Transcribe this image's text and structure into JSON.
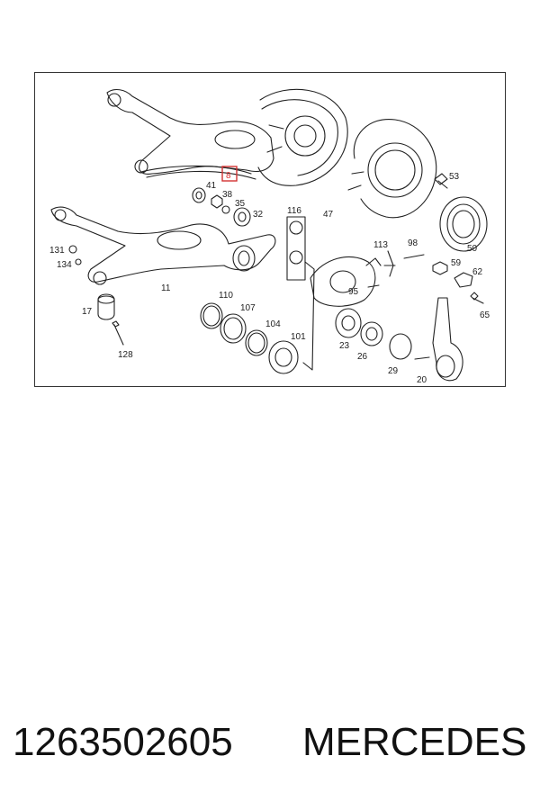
{
  "footer": {
    "part_number": "1263502605",
    "brand": "MERCEDES"
  },
  "diagram": {
    "highlight_color": "#d33333",
    "highlighted_label": "8",
    "labels": [
      "41",
      "38",
      "35",
      "32",
      "116",
      "47",
      "53",
      "113",
      "98",
      "50",
      "131",
      "134",
      "59",
      "62",
      "95",
      "11",
      "110",
      "107",
      "17",
      "104",
      "101",
      "23",
      "26",
      "65",
      "128",
      "29",
      "20"
    ]
  }
}
